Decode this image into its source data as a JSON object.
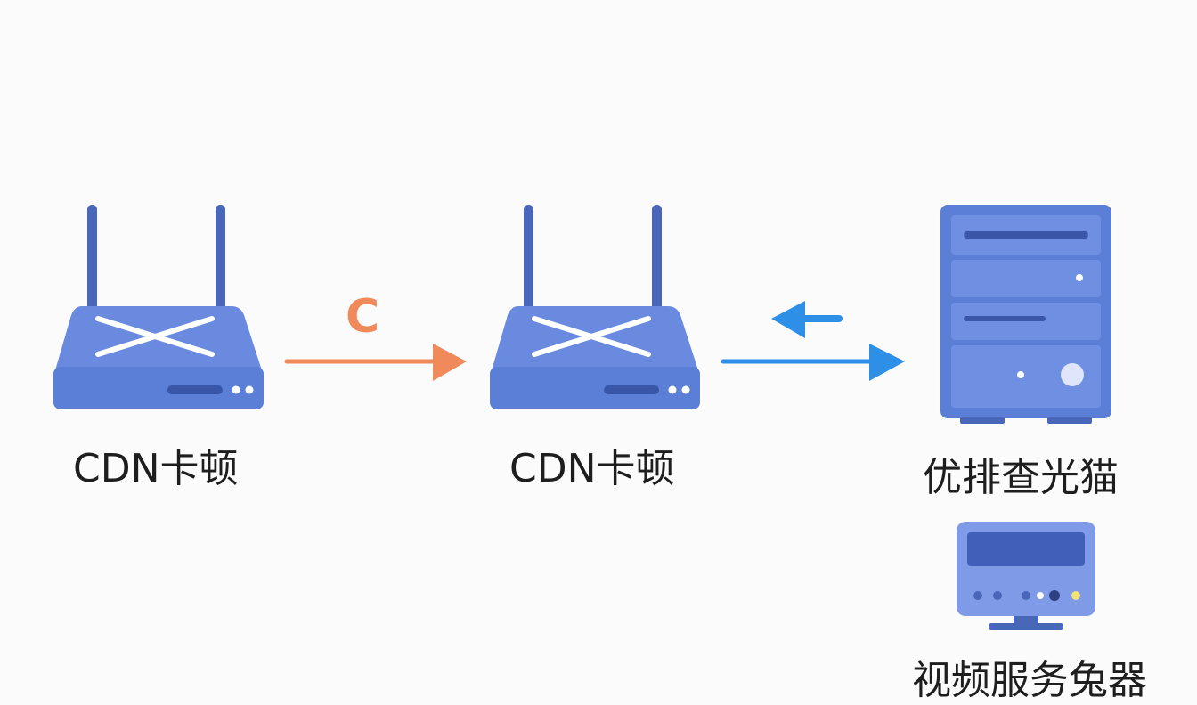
{
  "nodes": [
    {
      "id": "router-left",
      "label": "CDN卡顿",
      "icon": "router-icon"
    },
    {
      "id": "router-middle",
      "label": "CDN卡顿",
      "icon": "router-icon"
    },
    {
      "id": "server-right",
      "label": "优排查光猫",
      "icon": "server-icon"
    },
    {
      "id": "monitor-bottom",
      "label": "视频服务兔器",
      "icon": "monitor-icon"
    }
  ],
  "edges": [
    {
      "from": "router-left",
      "to": "router-middle",
      "label": "C",
      "color": "#f08a5b"
    },
    {
      "from": "router-middle",
      "to": "server-right",
      "label": "",
      "color": "#2d8fe6",
      "bidirectional": true
    }
  ],
  "colors": {
    "device_blue": "#5b7fd6",
    "device_dark": "#3f5fb8",
    "antenna": "#4a66b8",
    "arrow_orange": "#f08a5b",
    "arrow_blue": "#2d8fe6"
  }
}
